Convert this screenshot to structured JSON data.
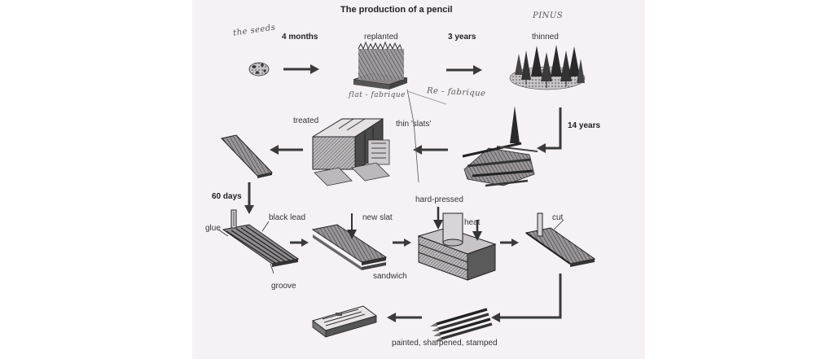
{
  "title": "The production of a pencil",
  "handwritten": {
    "seeds": "the seeds",
    "pinus": "PINUS",
    "flat_fabrique": "flat - fabrique",
    "re_fabrique": "Re - fabrique"
  },
  "stages": {
    "replanted": "replanted",
    "thinned": "thinned",
    "treated": "treated",
    "thin_slats": "thin 'slats'",
    "black_lead": "black lead",
    "glue": "glue",
    "groove": "groove",
    "new_slat": "new slat",
    "sandwich": "sandwich",
    "hard_pressed": "hard-pressed",
    "heat": "heat",
    "cut": "cut",
    "final": "painted, sharpened, stamped"
  },
  "durations": {
    "d1": "4 months",
    "d2": "3 years",
    "d3": "14 years",
    "d4": "60 days"
  },
  "colors": {
    "paper": "#f6f1f4",
    "ink": "#2a2a2a",
    "arrow": "#3a3a3a"
  }
}
